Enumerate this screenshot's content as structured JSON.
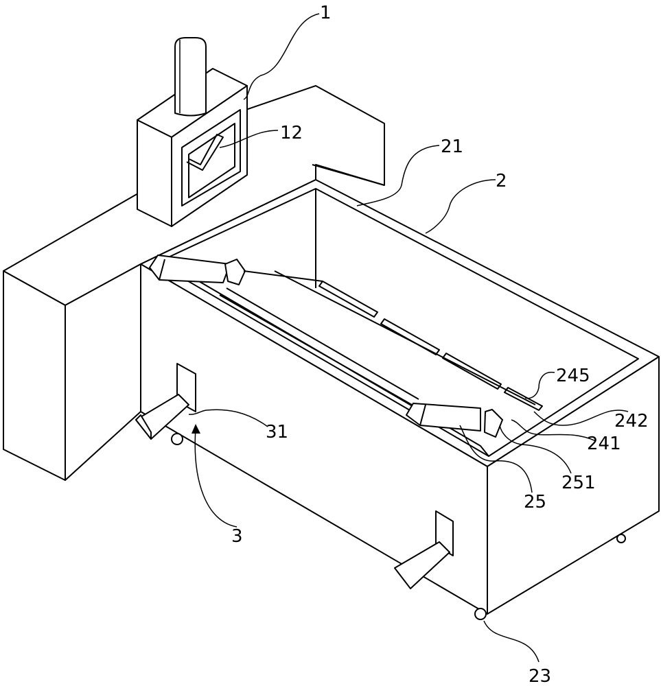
{
  "figure": {
    "labels": {
      "motor_unit": "1",
      "indicator": "12",
      "inner_wall": "21",
      "tank": "2",
      "strip_245": "245",
      "part_242": "242",
      "part_241": "241",
      "hinge_251": "251",
      "arm_25": "25",
      "bracket_31": "31",
      "support_3": "3",
      "wheel_23": "23"
    }
  }
}
